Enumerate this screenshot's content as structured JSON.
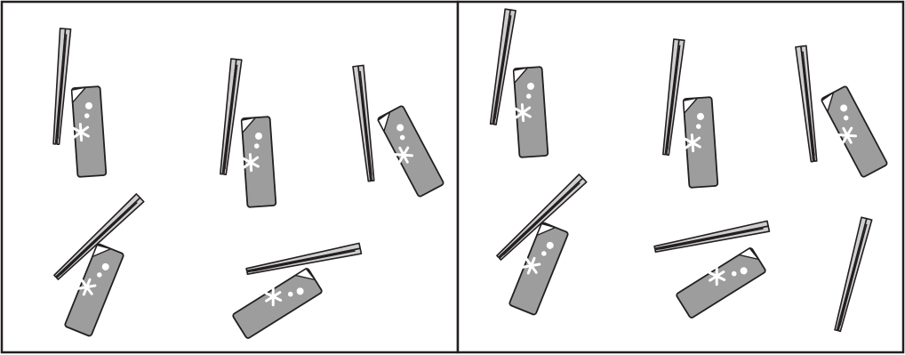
{
  "game": {
    "type": "spot-the-difference",
    "panels": [
      {
        "id": "left",
        "pairs": [
          {
            "chopsticks": true,
            "wrapper": true
          },
          {
            "chopsticks": true,
            "wrapper": true
          },
          {
            "chopsticks": true,
            "wrapper": true
          },
          {
            "chopsticks": true,
            "wrapper": true
          },
          {
            "chopsticks": true,
            "wrapper": true
          }
        ]
      },
      {
        "id": "right",
        "pairs": [
          {
            "chopsticks": true,
            "wrapper": true
          },
          {
            "chopsticks": true,
            "wrapper": true
          },
          {
            "chopsticks": true,
            "wrapper": true
          },
          {
            "chopsticks": true,
            "wrapper": true
          },
          {
            "chopsticks": true,
            "wrapper": true
          }
        ]
      }
    ],
    "colors": {
      "outline": "#231f20",
      "wrapper_fill": "#9d9d9d",
      "chopstick_fill": "#cfcfcf",
      "fold_fill": "#ffffff",
      "decoration": "#ffffff",
      "background": "#ffffff"
    },
    "icons": {
      "chopsticks": "chopsticks-icon",
      "wrapper": "chopstick-wrapper-icon",
      "decoration": "asterisk-dots-pattern"
    }
  }
}
